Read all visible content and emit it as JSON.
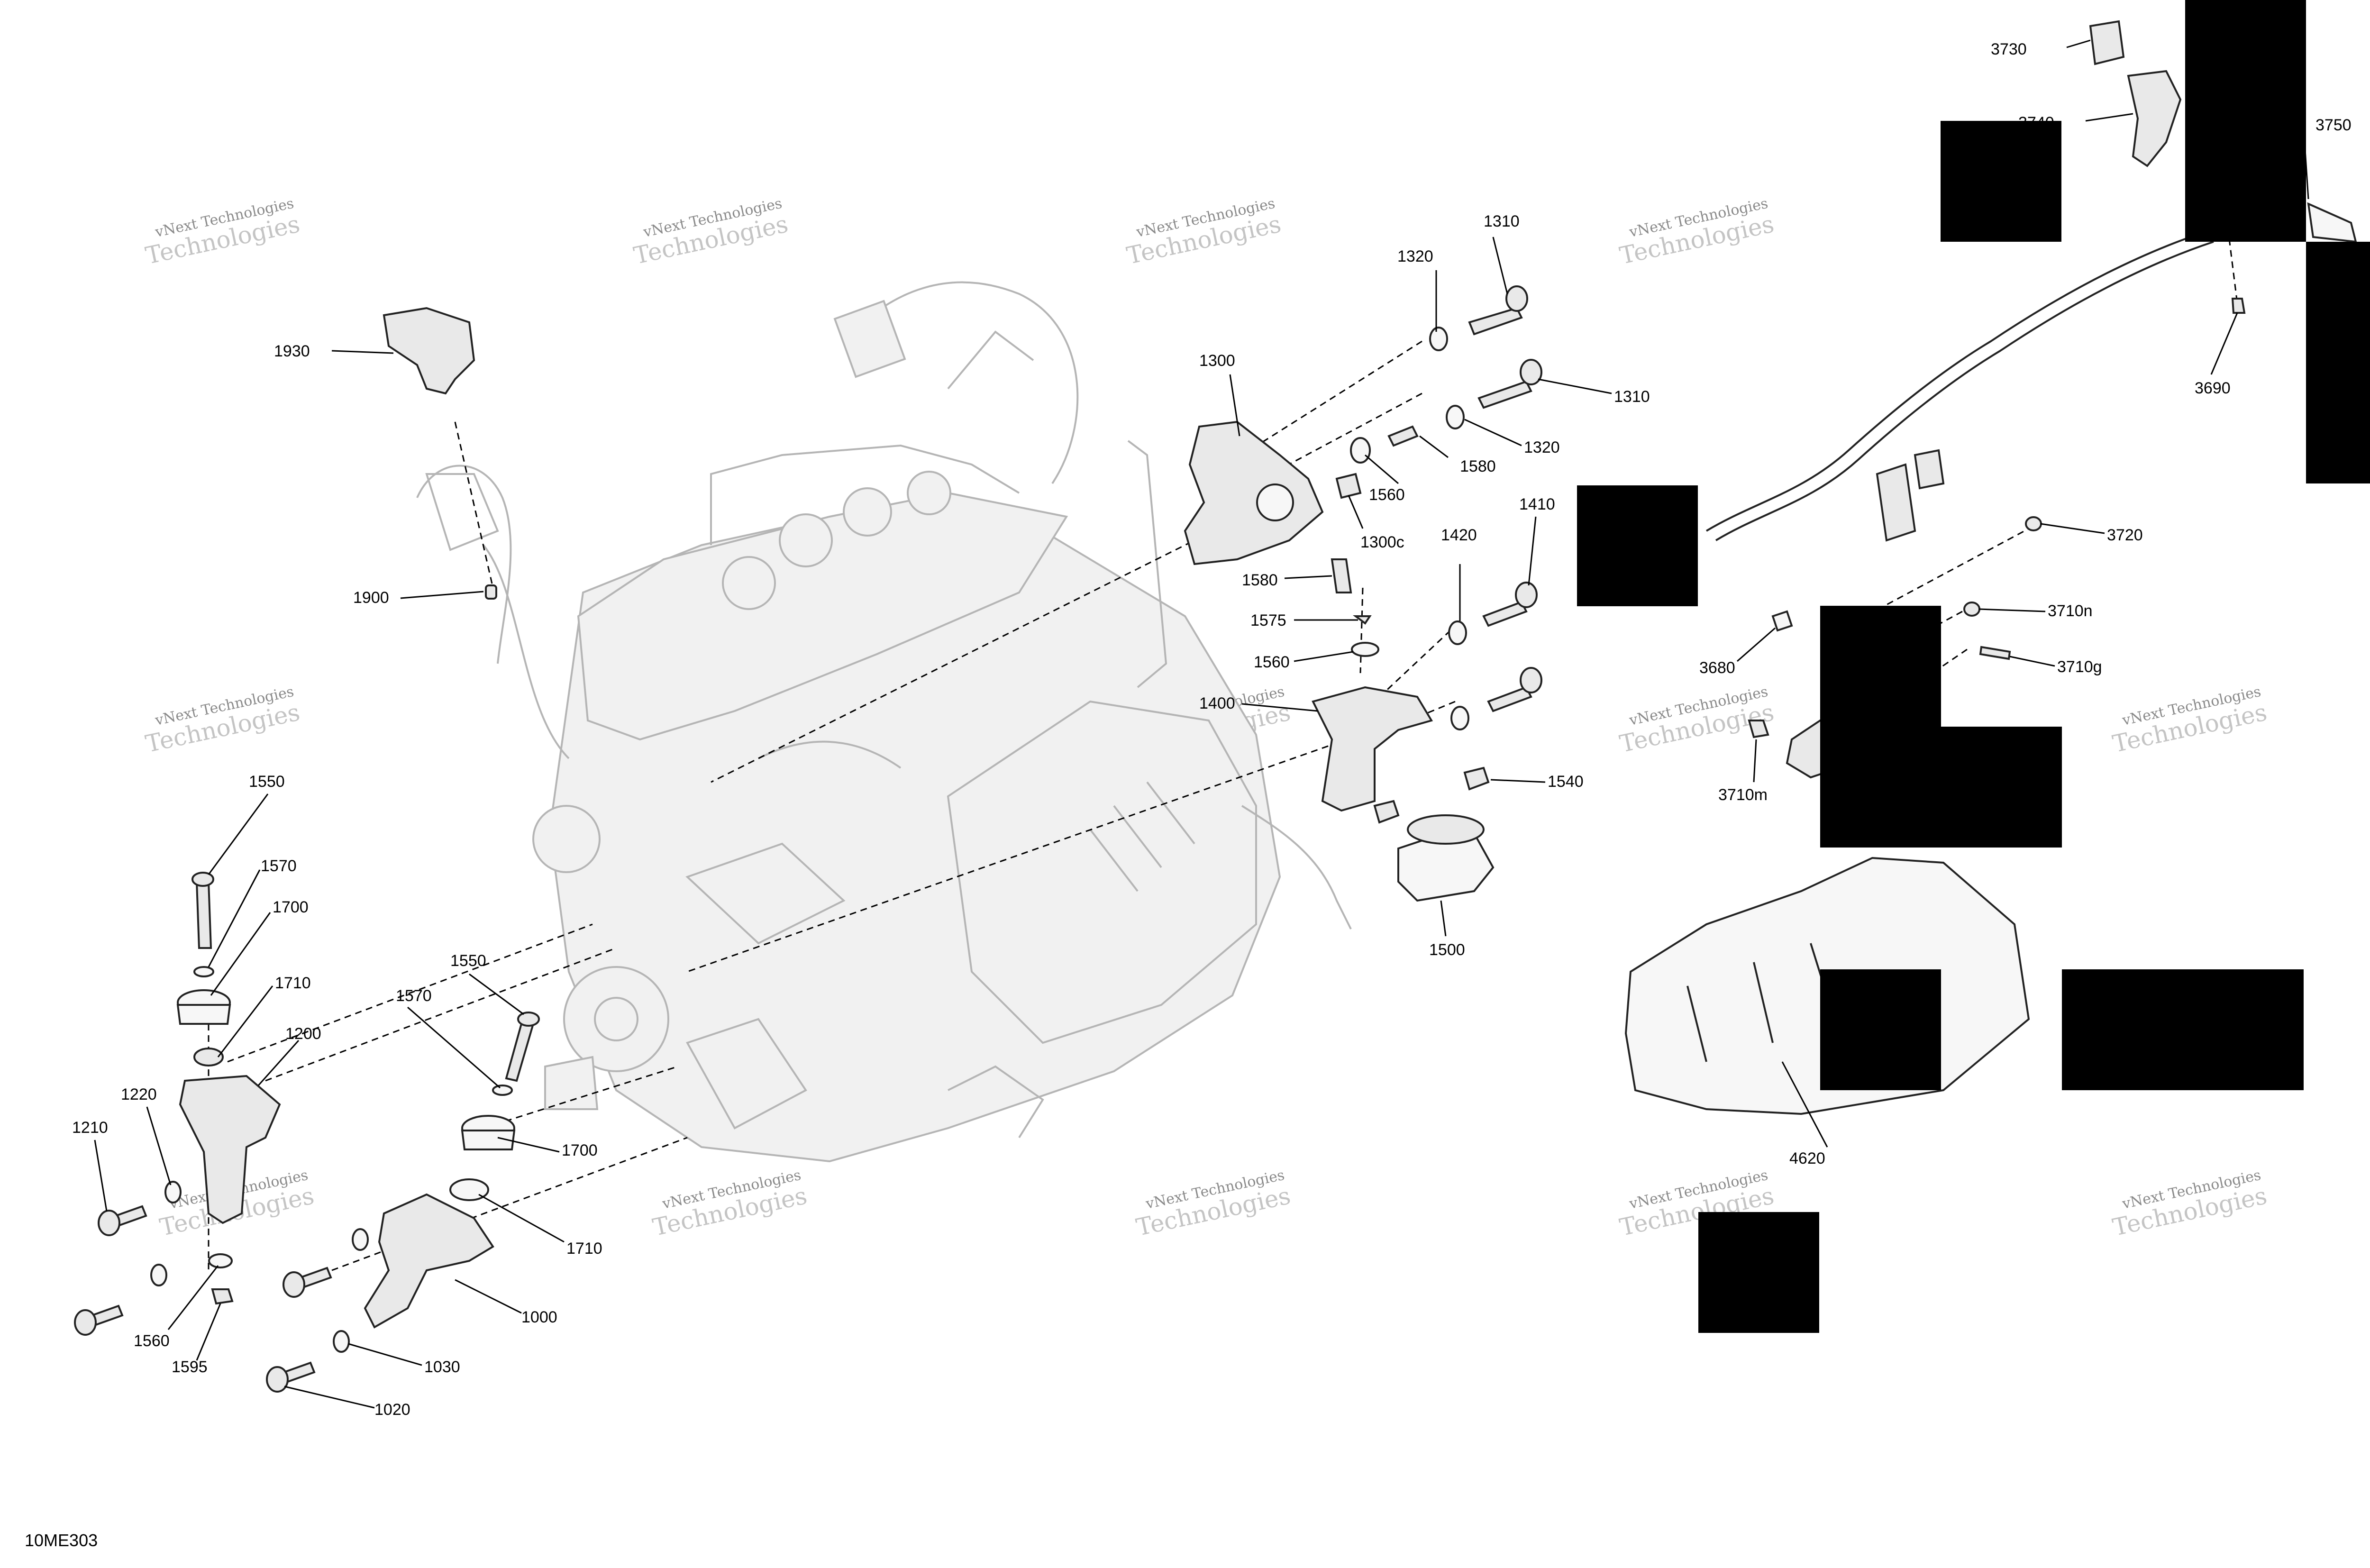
{
  "drawing_code": "10ME303",
  "watermark": {
    "line1": "vNext Technologies",
    "line2": "Technologies"
  },
  "callouts": {
    "c1930": "1930",
    "c1900": "1900",
    "c1300": "1300",
    "c1300c": "1300c",
    "c1320a": "1320",
    "c1310a": "1310",
    "c1310b": "1310",
    "c1320b": "1320",
    "c1580a": "1580",
    "c1560a": "1560",
    "c1580b": "1580",
    "c1575": "1575",
    "c1560b": "1560",
    "c1400": "1400",
    "c1420": "1420",
    "c1410": "1410",
    "c1540": "1540",
    "c1500": "1500",
    "c1550a": "1550",
    "c1570a": "1570",
    "c1700a": "1700",
    "c1710a": "1710",
    "c1200": "1200",
    "c1220": "1220",
    "c1210": "1210",
    "c1550b": "1550",
    "c1570b": "1570",
    "c1700b": "1700",
    "c1710b": "1710",
    "c1000": "1000",
    "c1030": "1030",
    "c1020": "1020",
    "c1560c": "1560",
    "c1595": "1595",
    "c3730": "3730",
    "c3740": "3740",
    "c3750": "3750",
    "c3690": "3690",
    "c3720": "3720",
    "c3710n": "3710n",
    "c3680": "3680",
    "c3710g": "3710g",
    "c3710m": "3710m",
    "c4620": "4620"
  }
}
